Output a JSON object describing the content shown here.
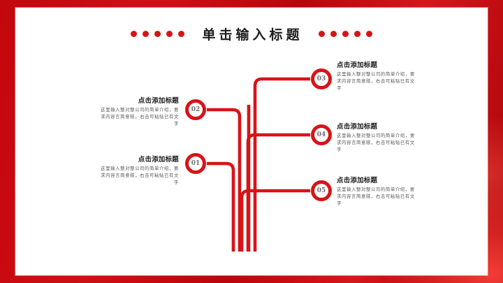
{
  "slide": {
    "title": "单击输入标题",
    "left_dots_count": 5,
    "right_dots_count": 5,
    "accent_color": "#d81318",
    "frame_color": "#c2070d",
    "title_color": "#1e1e1e"
  },
  "nodes": [
    {
      "number": "01",
      "side": "left"
    },
    {
      "number": "02",
      "side": "left"
    },
    {
      "number": "03",
      "side": "right"
    },
    {
      "number": "04",
      "side": "right"
    },
    {
      "number": "05",
      "side": "right"
    }
  ],
  "blocks": [
    {
      "number": "01",
      "heading": "点击添加标题",
      "body": "这里输入整对整公司的简单介绍，要求内容言简意赅，右击可粘贴已有文字"
    },
    {
      "number": "02",
      "heading": "点击添加标题",
      "body": "这里输入整对整公司的简单介绍，要求内容言简意赅，右击可粘贴已有文字"
    },
    {
      "number": "03",
      "heading": "点击添加标题",
      "body": "这里输入整对整公司的简单介绍，要求内容言简意赅，右击可粘贴已有文字"
    },
    {
      "number": "04",
      "heading": "点击添加标题",
      "body": "这里输入整对整公司的简单介绍，要求内容言简意赅，右击可粘贴已有文字"
    },
    {
      "number": "05",
      "heading": "点击添加标题",
      "body": "这里输入整对整公司的简单介绍，要求内容言简意赅，右击可粘贴已有文字"
    }
  ]
}
